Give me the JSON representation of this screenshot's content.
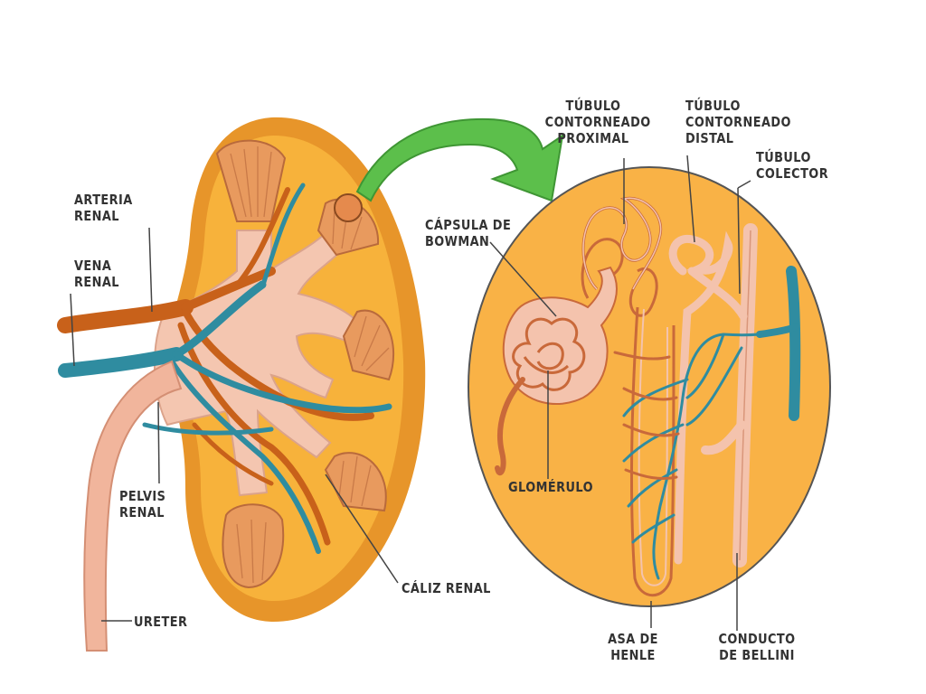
{
  "labels": {
    "arteria_renal": "ARTERIA\nRENAL",
    "vena_renal": "VENA\nRENAL",
    "pelvis_renal": "PELVIS\nRENAL",
    "ureter": "URETER",
    "caliz_renal": "CÁLIZ RENAL",
    "capsula_bowman": "CÁPSULA DE\nBOWMAN",
    "glomerulo": "GLOMÉRULO",
    "tubulo_proximal": "TÚBULO\nCONTORNEADO\nPROXIMAL",
    "tubulo_distal": "TÚBULO\nCONTORNEADO\nDISTAL",
    "tubulo_colector": "TÚBULO\nCOLECTOR",
    "asa_henle": "ASA DE\nHENLE",
    "conducto_bellini": "CONDUCTO\nDE BELLINI"
  },
  "colors": {
    "cortex": "#f7b23b",
    "capsule": "#e7952a",
    "pelvis": "#f4c6b0",
    "artery": "#c8611a",
    "vein": "#2f8ca0",
    "tubule_light": "#f4c3ad",
    "arrow": "#5cbf4b",
    "leader": "#444444"
  }
}
